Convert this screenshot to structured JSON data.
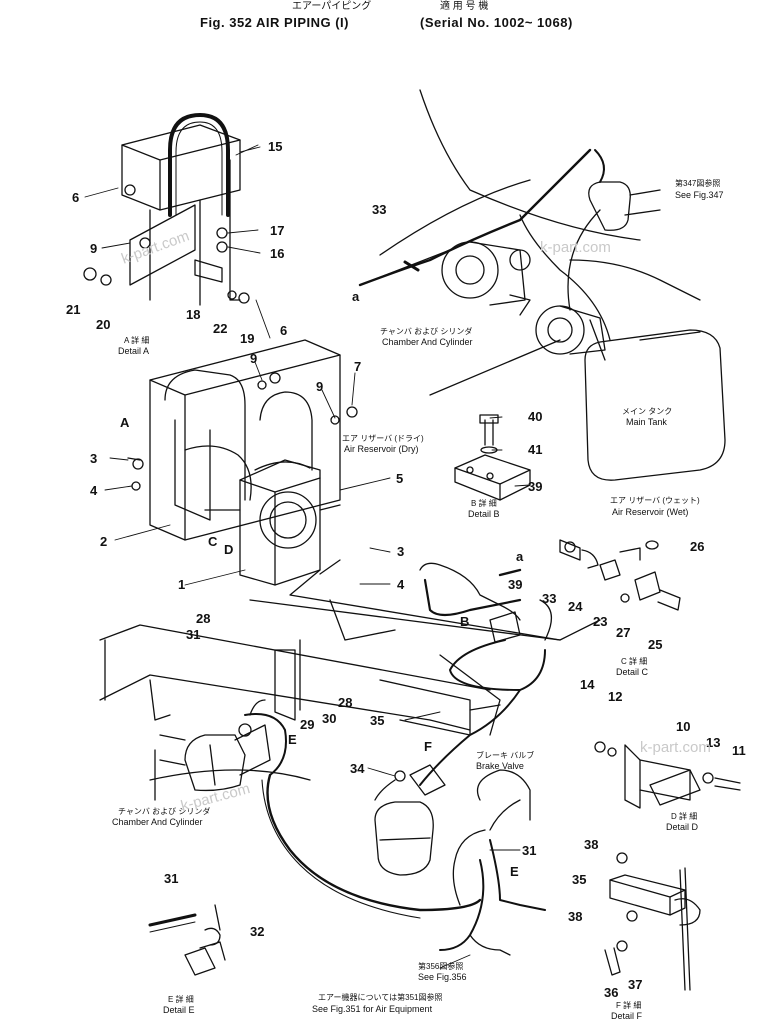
{
  "header": {
    "title_jp": "エアーパイピング",
    "title": "Fig. 352  AIR PIPING (I)",
    "serial_jp": "適 用 号 機",
    "serial": "(Serial No. 1002~ 1068)"
  },
  "labels": {
    "chamber_cylinder_top_jp": "チャンバ および シリンダ",
    "chamber_cylinder_top": "Chamber And Cylinder",
    "chamber_cylinder_bottom_jp": "チャンバ および シリンダ",
    "chamber_cylinder_bottom": "Chamber And Cylinder",
    "air_reservoir_dry_jp": "エア リザーバ (ドライ)",
    "air_reservoir_dry": "Air Reservoir (Dry)",
    "air_reservoir_wet_jp": "エア リザーバ (ウェット)",
    "air_reservoir_wet": "Air Reservoir (Wet)",
    "main_tank_jp": "メイン タンク",
    "main_tank": "Main Tank",
    "brake_valve_jp": "ブレーキ バルブ",
    "brake_valve": "Brake Valve",
    "see_347_jp": "第347図参照",
    "see_347": "See Fig.347",
    "see_356_jp": "第356図参照",
    "see_356": "See Fig.356",
    "air_equipment_jp": "エアー機器については第351図参照",
    "air_equipment": "See Fig.351 for Air Equipment",
    "detail_a_jp": "A 詳 細",
    "detail_a": "Detail A",
    "detail_b_jp": "B 詳 細",
    "detail_b": "Detail B",
    "detail_c_jp": "C 詳 細",
    "detail_c": "Detail C",
    "detail_d_jp": "D 詳 細",
    "detail_d": "Detail D",
    "detail_e_jp": "E 詳 細",
    "detail_e": "Detail E",
    "detail_f_jp": "F 詳 細",
    "detail_f": "Detail F"
  },
  "view_letters": {
    "a_top": "a",
    "a_mid": "a",
    "A": "A",
    "B": "B",
    "C": "C",
    "D": "D",
    "E_left": "E",
    "E_right": "E",
    "F": "F"
  },
  "parts": {
    "p1": "1",
    "p2": "2",
    "p3a": "3",
    "p3b": "3",
    "p4a": "4",
    "p4b": "4",
    "p5": "5",
    "p6a": "6",
    "p6b": "6",
    "p7": "7",
    "p9a": "9",
    "p9b": "9",
    "p9c": "9",
    "p10": "10",
    "p11": "11",
    "p12": "12",
    "p13": "13",
    "p14": "14",
    "p15": "15",
    "p16": "16",
    "p17": "17",
    "p18": "18",
    "p19": "19",
    "p20": "20",
    "p21": "21",
    "p22": "22",
    "p23": "23",
    "p24": "24",
    "p25": "25",
    "p26": "26",
    "p27": "27",
    "p28a": "28",
    "p28b": "28",
    "p29": "29",
    "p30": "30",
    "p31a": "31",
    "p31b": "31",
    "p31c": "31",
    "p32": "32",
    "p33a": "33",
    "p33b": "33",
    "p34": "34",
    "p35a": "35",
    "p35b": "35",
    "p36": "36",
    "p37": "37",
    "p38a": "38",
    "p38b": "38",
    "p39a": "39",
    "p39b": "39",
    "p40": "40",
    "p41": "41"
  },
  "watermarks": [
    "k-part.com",
    "k-part.com",
    "k-part.com",
    "k-part.com"
  ]
}
